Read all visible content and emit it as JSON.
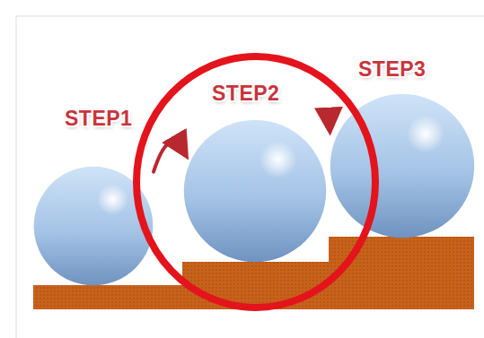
{
  "diagram": {
    "nodes": [
      {
        "text": [
          "STEP1"
        ]
      },
      {
        "text": [
          "STEP2"
        ]
      },
      {
        "text": [
          "STEP3"
        ]
      }
    ],
    "edges": [
      {
        "from": 0,
        "to": 1,
        "arrow": "to"
      },
      {
        "from": 1,
        "to": 2,
        "arrow": "to"
      }
    ]
  }
}
